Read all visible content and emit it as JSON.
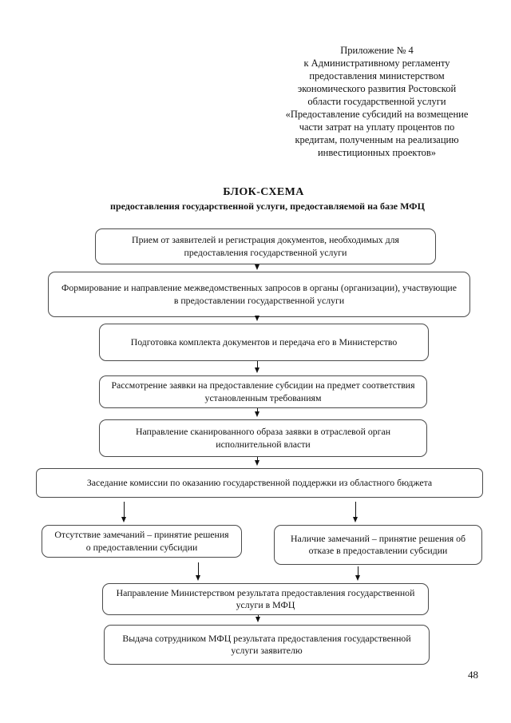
{
  "page": {
    "number": "48"
  },
  "colors": {
    "paper": "#ffffff",
    "ink": "#121212",
    "box_border": "#4a4a4a",
    "arrow": "#111111"
  },
  "header": {
    "lines": [
      "Приложение № 4",
      "к Административному регламенту",
      "предоставления министерством",
      "экономического развития Ростовской",
      "области государственной услуги",
      "«Предоставление субсидий на возмещение",
      "части затрат на уплату процентов  по",
      "кредитам, полученным на реализацию",
      "инвестиционных проектов»"
    ]
  },
  "title": {
    "main": "БЛОК-СХЕМА",
    "subtitle": "предоставления государственной услуги, предоставляемой на базе МФЦ"
  },
  "flow": {
    "boxes": [
      {
        "id": "reception",
        "text": "Прием от заявителей и регистрация документов, необходимых для предоставления государственной услуги"
      },
      {
        "id": "interagency-requests",
        "text": "Формирование и направление межведомственных запросов в органы (организации), участвующие в предоставлении государственной услуги"
      },
      {
        "id": "document-preparation",
        "text": "Подготовка комплекта документов и передача его в Министерство"
      },
      {
        "id": "application-review",
        "text": "Рассмотрение заявки на предоставление субсидии  на предмет соответствия установленным требованиям"
      },
      {
        "id": "scanned-copy-dispatch",
        "text": "Направление сканированного образа заявки в отраслевой орган исполнительной власти"
      },
      {
        "id": "commission-session",
        "text": "Заседание комиссии по оказанию государственной поддержки из областного бюджета"
      },
      {
        "id": "no-remarks-decision",
        "text": "Отсутствие замечаний – принятие решения о предоставлении субсидии"
      },
      {
        "id": "remarks-refusal-decision",
        "text": "Наличие замечаний – принятие решения об отказе в предоставлении субсидии"
      },
      {
        "id": "ministry-result-dispatch",
        "text": "Направление Министерством результата предоставления государственной услуги в МФЦ"
      },
      {
        "id": "mfc-result-issuance",
        "text": "Выдача сотрудником МФЦ результата предоставления государственной услуги заявителю"
      }
    ]
  }
}
